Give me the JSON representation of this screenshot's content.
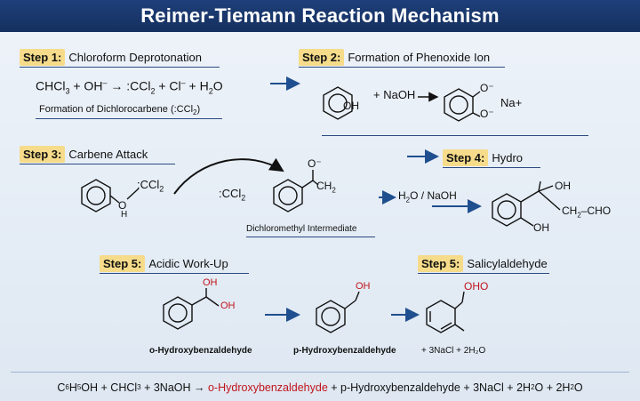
{
  "title": "Reimer-Tiemann Reaction Mechanism",
  "steps": [
    {
      "num": "Step 1:",
      "name": "Chloroform Deprotonation"
    },
    {
      "num": "Step 2:",
      "name": "Formation of Phenoxide Ion"
    },
    {
      "num": "Step 3:",
      "name": "Carbene Attack"
    },
    {
      "num": "Step 4:",
      "name": "Hydro"
    },
    {
      "num": "Step 5:",
      "name": "Acidic Work-Up"
    },
    {
      "num": "Step 5:",
      "name": "Salicylaldehyde"
    }
  ],
  "step1": {
    "equation": {
      "a": "CHCl",
      "a_sub": "3",
      "b": " + OH",
      "b_sup": "–",
      "c": " → :CCl",
      "c_sub": "2",
      "d": " + Cl",
      "d_sup": "–",
      "e": " + H",
      "e_sub": "2",
      "f": "O"
    },
    "caption": {
      "pre": "Formation of Dichlorocarbene (:CCl",
      "sub": "2",
      "post": ")"
    }
  },
  "step2": {
    "naoh": "+ NaOH",
    "na": "Na+",
    "oh": "OH",
    "o1": "O⁻",
    "o2": "O⁻"
  },
  "step3": {
    "reagent": {
      "pre": ":CCl",
      "sub": "2"
    },
    "carbene": {
      "pre": ":CCl",
      "sub": "2"
    },
    "intermediate": "Dichloromethyl Intermediate",
    "o_minus": "O⁻",
    "ch2": "CH",
    "ch2_sub": "2",
    "o_left": "O",
    "o_left_h": "H"
  },
  "step4": {
    "reagent": {
      "a": "H",
      "a_sub": "2",
      "b": "O / NaOH"
    },
    "oh_top": "OH",
    "oh_bottom": "OH",
    "chain": {
      "a": "CH",
      "a_sub": "2",
      "b": "–CHO"
    }
  },
  "step5": {
    "oh1": "OH",
    "oh2": "OH",
    "oh3": "OH",
    "oho": "OHO",
    "label1": "o-Hydroxybenzaldehyde",
    "label2": "p-Hydroxybenzaldehyde",
    "label3": "+ 3NaCl + 2H₂O"
  },
  "overall": {
    "p1": "C",
    "p1_sub": "6",
    "p2": "H",
    "p2_sub": "5",
    "p3": "OH + CHCl",
    "p3_sub": "3",
    "p4": " + 3NaOH → ",
    "red": "o-Hydroxybenzaldehyde",
    "p5": " + p-Hydroxybenzaldehyde + 3NaCl + 2H",
    "p5_sub": "2",
    "p6": "O + 2H",
    "p6_sub": "2",
    "p7": "O"
  },
  "colors": {
    "header": "#1e3f7a",
    "highlight": "#f6dc8a",
    "arrow": "#1f4f8f",
    "accent": "#c0141c"
  }
}
